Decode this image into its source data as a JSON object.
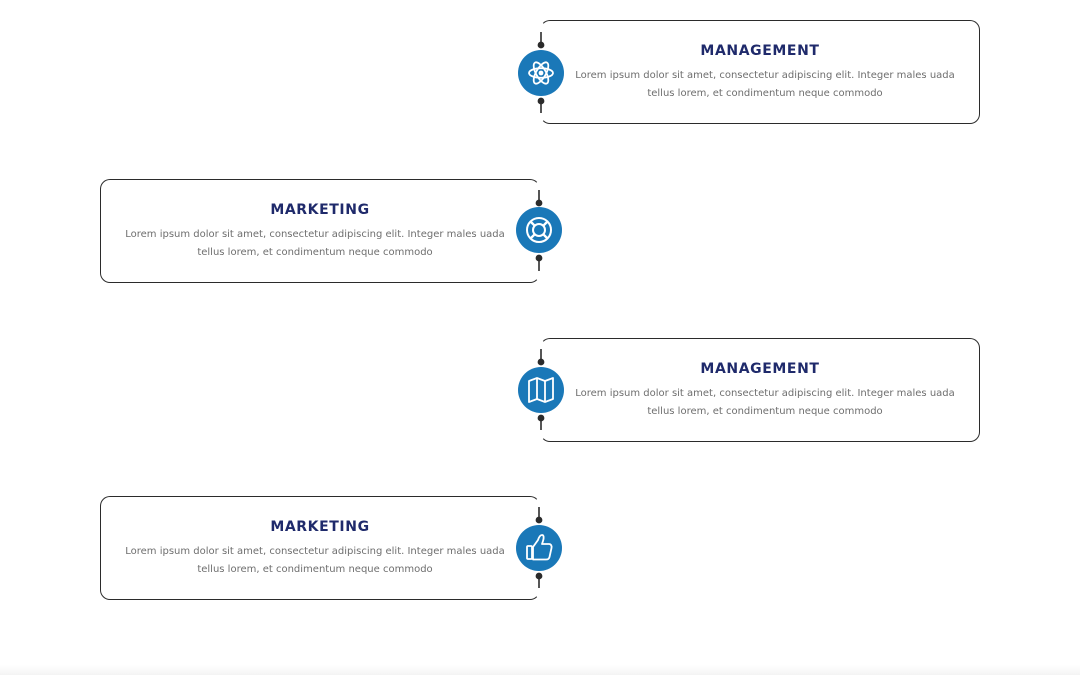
{
  "steps": [
    {
      "title": "MANAGEMENT",
      "text": "Lorem ipsum dolor sit amet, consectetur adipiscing elit. Integer males uada tellus lorem, et condimentum neque commodo",
      "icon": "atom-icon"
    },
    {
      "title": "MARKETING",
      "text": "Lorem ipsum dolor sit amet, consectetur adipiscing elit. Integer males uada tellus lorem, et condimentum neque commodo",
      "icon": "lifebuoy-icon"
    },
    {
      "title": "MANAGEMENT",
      "text": "Lorem ipsum dolor sit amet, consectetur adipiscing elit. Integer males uada tellus lorem, et condimentum neque commodo",
      "icon": "map-icon"
    },
    {
      "title": "MARKETING",
      "text": "Lorem ipsum dolor sit amet, consectetur adipiscing elit. Integer males uada tellus lorem, et condimentum neque commodo",
      "icon": "thumbs-up-icon"
    }
  ],
  "colors": {
    "accent": "#1a78b8",
    "title": "#1f2a6b",
    "text": "#6e6e6e",
    "outline": "#2b2b2b"
  }
}
